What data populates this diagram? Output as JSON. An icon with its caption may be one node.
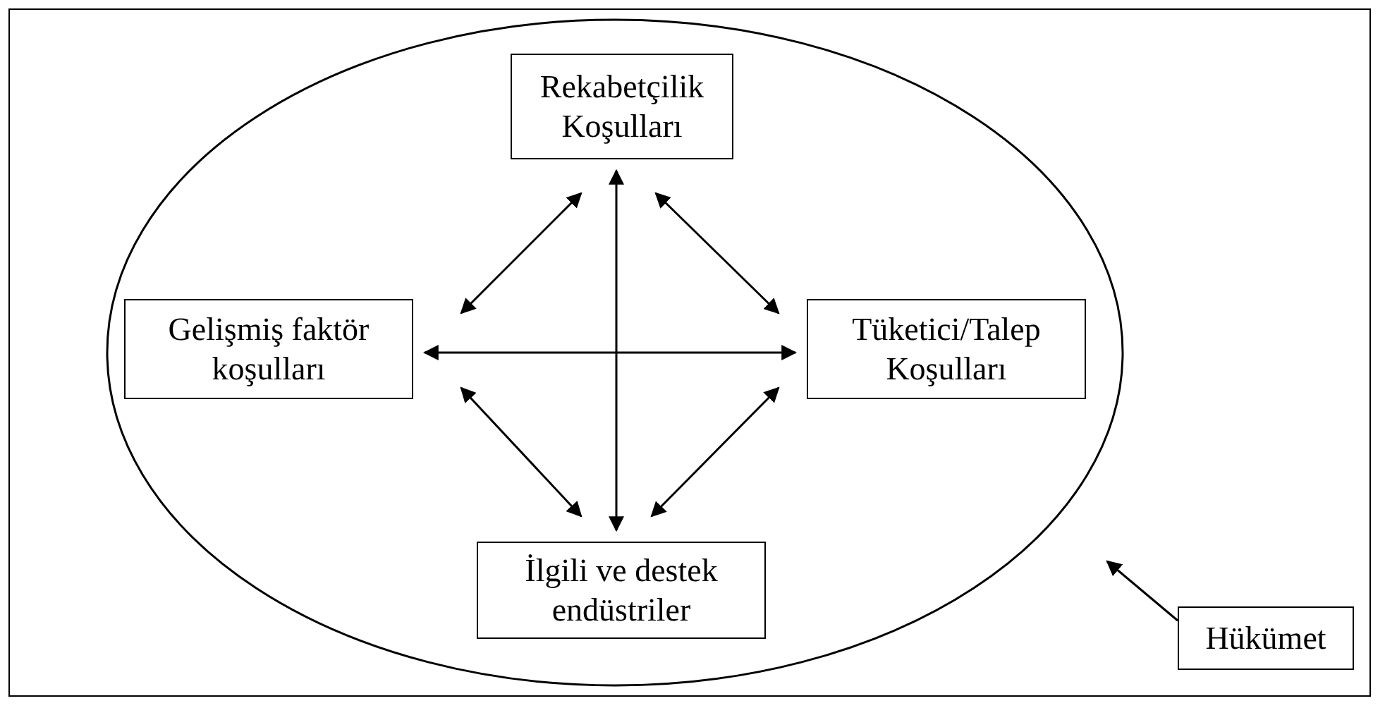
{
  "diagram": {
    "nodes": [
      {
        "text": [],
        "shape": "ellipse"
      },
      {
        "text": [
          "Rekabetçilik Koşulları"
        ],
        "in": 0
      },
      {
        "text": [
          "Gelişmiş faktör koşulları"
        ],
        "in": 0
      },
      {
        "text": [
          "Tüketici/Talep Koşulları"
        ],
        "in": 0
      },
      {
        "text": [
          "İlgili ve destek endüstriler"
        ],
        "in": 0
      },
      {
        "text": [
          "Hükümet"
        ]
      }
    ],
    "edges": [
      {
        "from": 2,
        "to": 1,
        "arrow": "both"
      },
      {
        "from": 1,
        "to": 3,
        "arrow": "both"
      },
      {
        "from": 4,
        "to": 1,
        "arrow": "both"
      },
      {
        "from": 2,
        "to": 3,
        "arrow": "both"
      },
      {
        "from": 2,
        "to": 4,
        "arrow": "both"
      },
      {
        "from": 3,
        "to": 4,
        "arrow": "both"
      },
      {
        "from": 5,
        "to": 0,
        "arrow": "to"
      }
    ]
  }
}
